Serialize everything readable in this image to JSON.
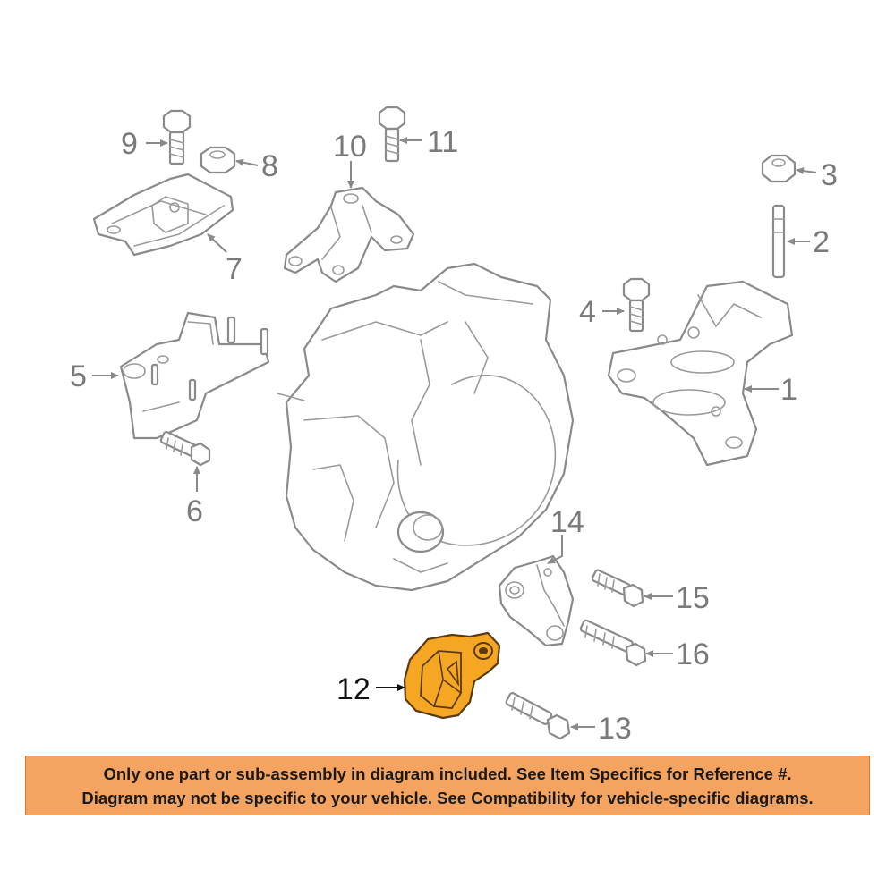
{
  "callouts": {
    "c1": "1",
    "c2": "2",
    "c3": "3",
    "c4": "4",
    "c5": "5",
    "c6": "6",
    "c7": "7",
    "c8": "8",
    "c9": "9",
    "c10": "10",
    "c11": "11",
    "c12": "12",
    "c13": "13",
    "c14": "14",
    "c15": "15",
    "c16": "16"
  },
  "highlight_color": "#f5a623",
  "banner": {
    "line1": "Only one part or sub-assembly in diagram included. See Item Specifics for Reference #.",
    "line2": "Diagram may not be specific to your vehicle. See Compatibility for vehicle-specific diagrams."
  }
}
